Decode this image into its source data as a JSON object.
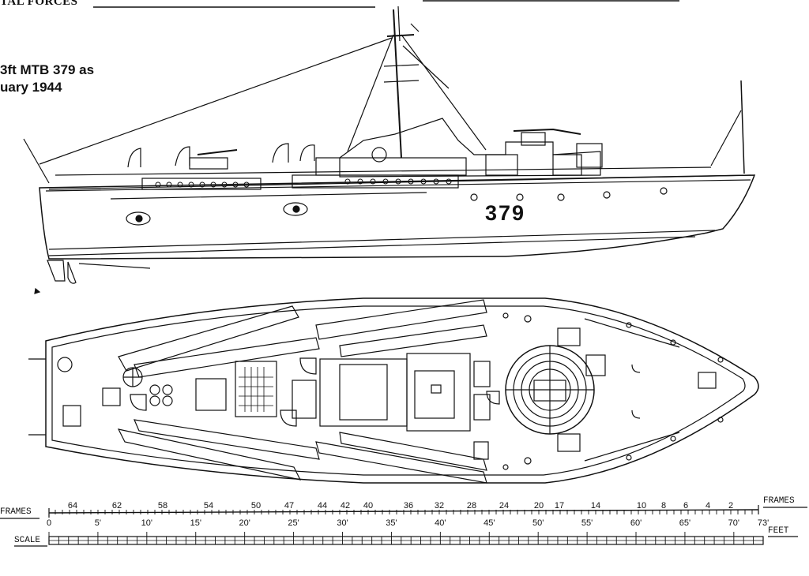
{
  "header": {
    "text": "TAL FORCES"
  },
  "caption": {
    "line1": "3ft MTB 379 as",
    "line2": "uary 1944"
  },
  "hull_number": "379",
  "scale": {
    "frames_label": "FRAMES",
    "frames_label_right": "FRAMES",
    "scale_label": "SCALE",
    "feet_label": "FEET",
    "frame_ticks": [
      "64",
      "62",
      "58",
      "54",
      "50",
      "47",
      "44",
      "42",
      "40",
      "36",
      "32",
      "28",
      "24",
      "20",
      "17",
      "14",
      "10",
      "8",
      "6",
      "4",
      "2"
    ],
    "feet_ticks": [
      "0",
      "5'",
      "10'",
      "15'",
      "20'",
      "25'",
      "30'",
      "35'",
      "40'",
      "45'",
      "50'",
      "55'",
      "60'",
      "65'",
      "70'",
      "73'"
    ]
  }
}
